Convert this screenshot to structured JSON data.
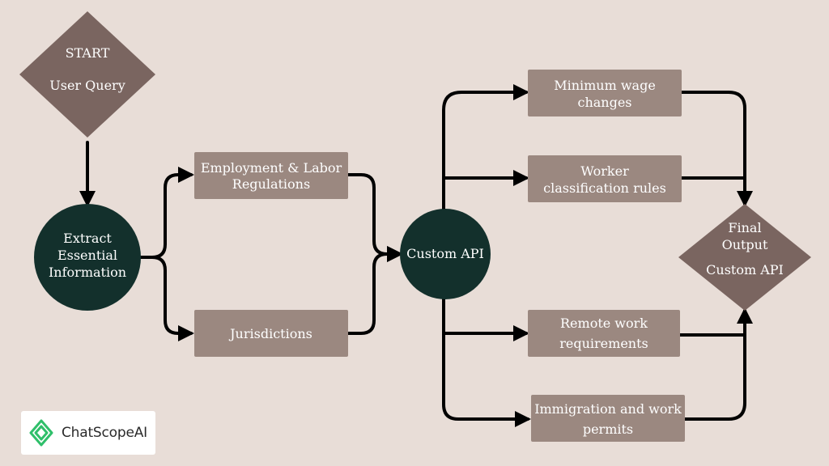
{
  "colors": {
    "background": "#e8ddd7",
    "diamond": "#7a6560",
    "circle": "#13302c",
    "box": "#9b8880",
    "connector": "#000000",
    "text": "#ffffff",
    "logo_accent": "#2fbf6a"
  },
  "nodes": {
    "start": {
      "line1": "START",
      "line2": "User Query"
    },
    "extract": {
      "line1": "Extract",
      "line2": "Essential",
      "line3": "Information"
    },
    "employment": {
      "line1": "Employment & Labor",
      "line2": "Regulations"
    },
    "jurisdictions": {
      "line1": "Jurisdictions"
    },
    "custom_api": {
      "line1": "Custom API"
    },
    "minimum_wage": {
      "line1": "Minimum wage",
      "line2": "changes"
    },
    "worker_classification": {
      "line1": "Worker",
      "line2": "classification rules"
    },
    "remote_work": {
      "line1": "Remote work",
      "line2": "requirements"
    },
    "immigration": {
      "line1": "Immigration and work",
      "line2": "permits"
    },
    "final_output": {
      "line1": "Final",
      "line2": "Output",
      "line3": "Custom API"
    }
  },
  "logo": {
    "text": "ChatScopeAI",
    "icon": "chatscope-logo-icon"
  }
}
